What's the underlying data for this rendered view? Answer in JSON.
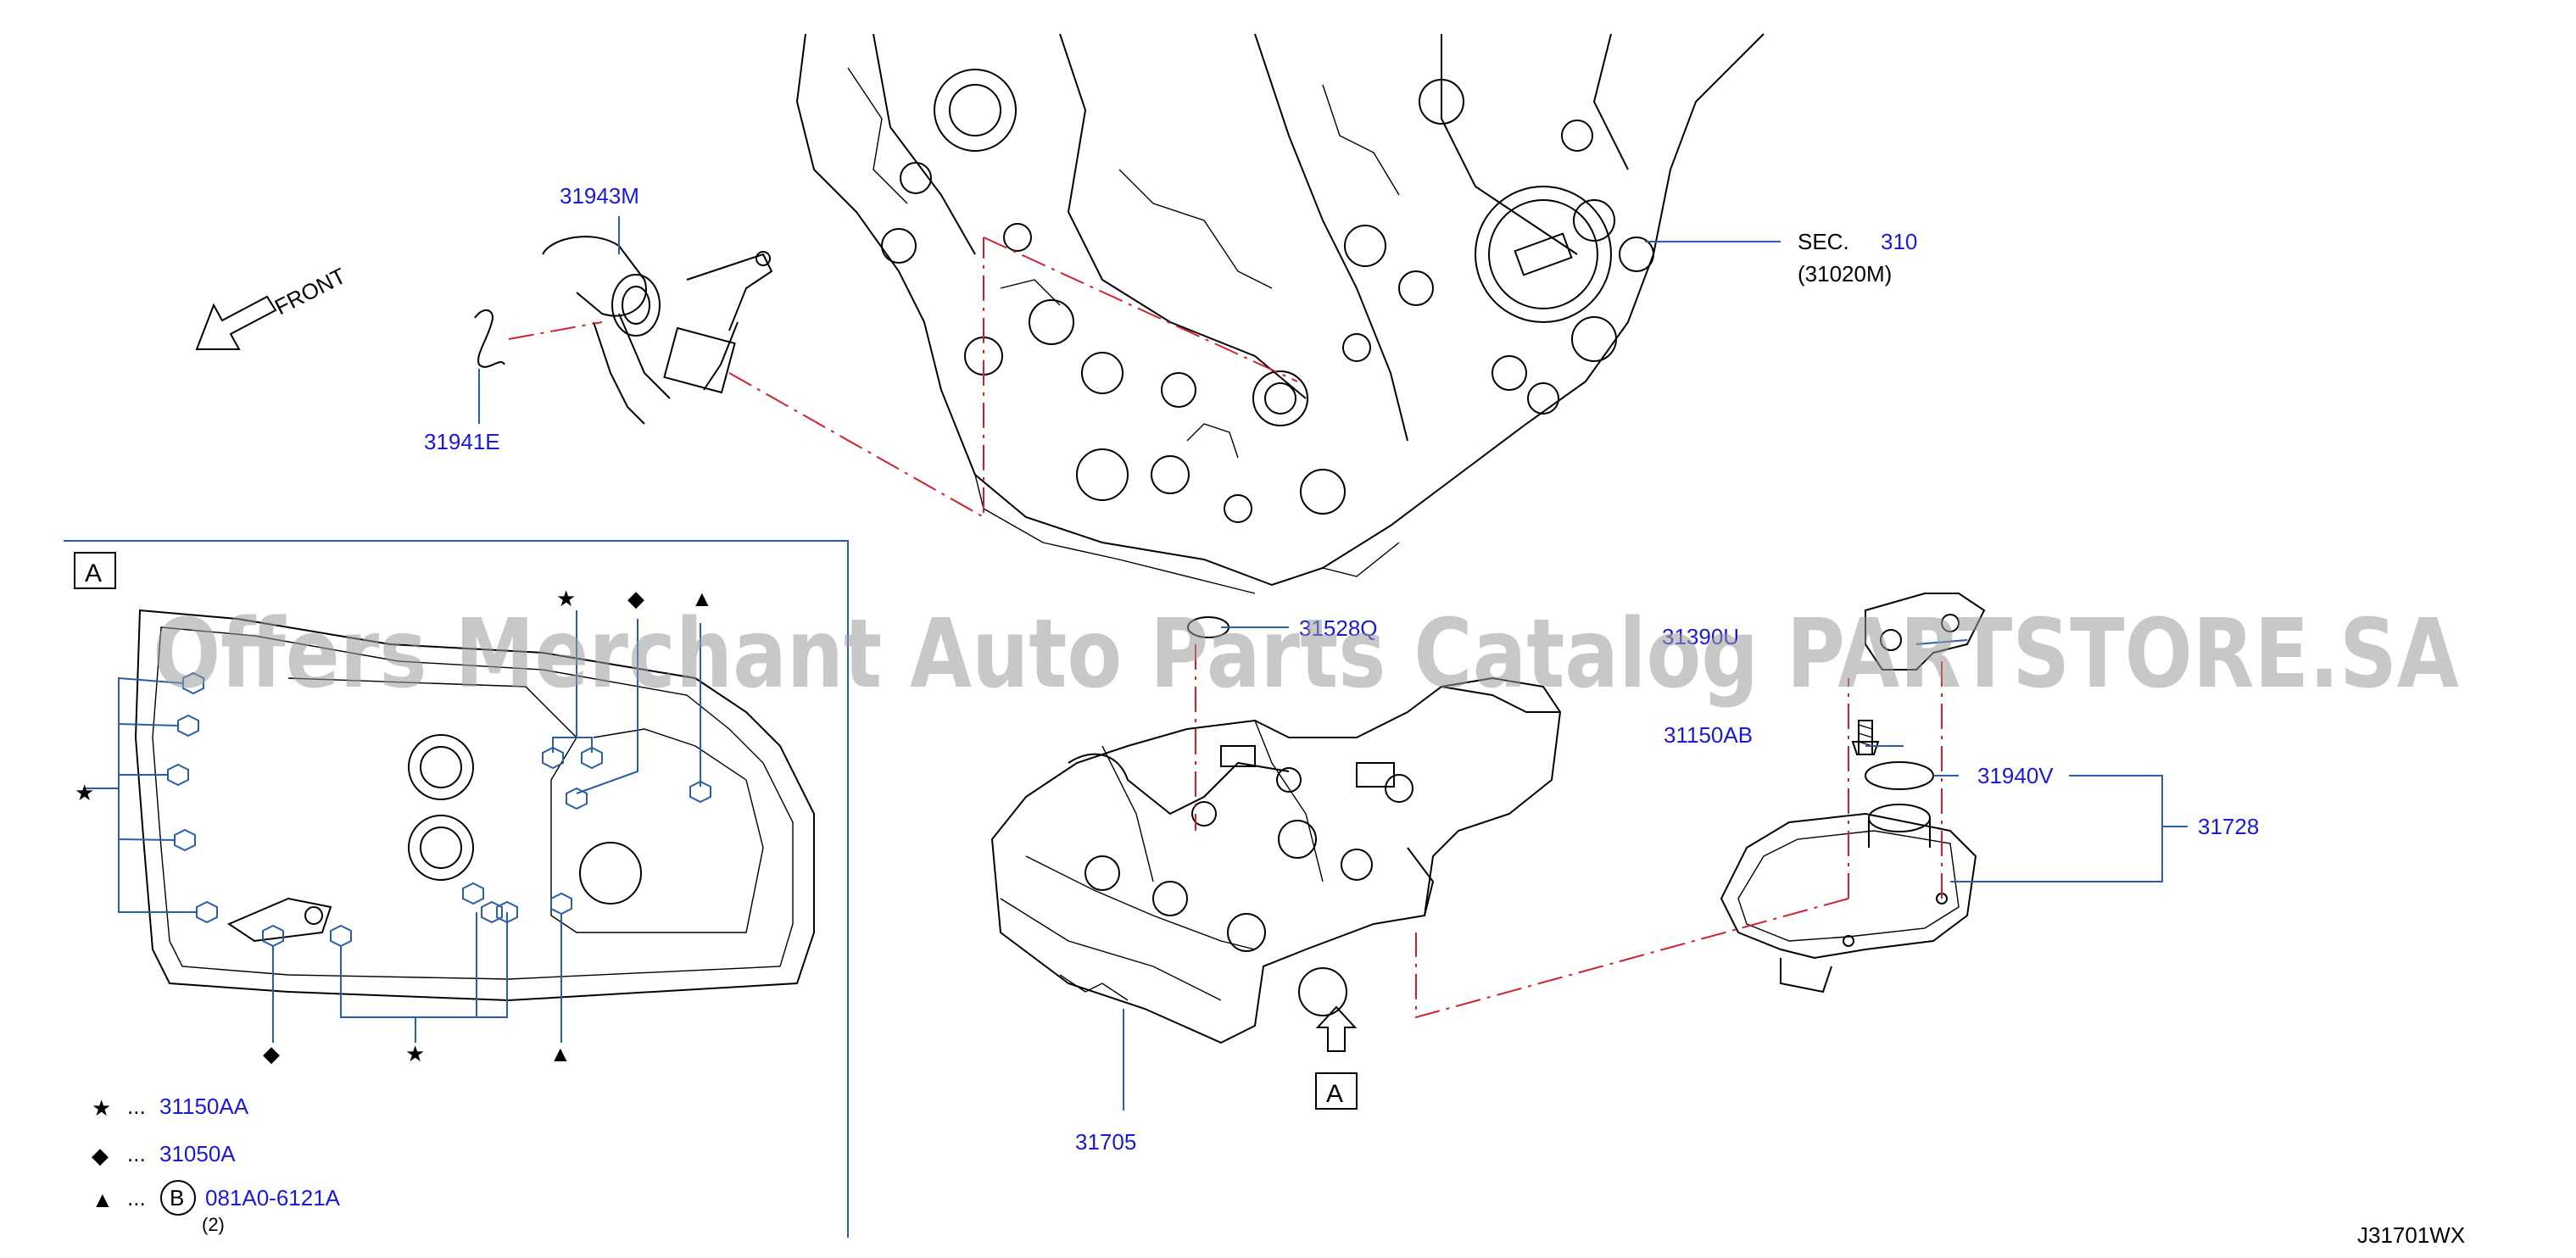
{
  "labels": {
    "front": "FRONT",
    "p31943M": "31943M",
    "p31941E": "31941E",
    "sec_prefix": "SEC.",
    "sec_num": "310",
    "sec_sub": "(31020M)",
    "p31528Q": "31528Q",
    "p31390U": "31390U",
    "p31150AB": "31150AB",
    "p31940V": "31940V",
    "p31728": "31728",
    "p31705": "31705",
    "view_a_arrow": "A",
    "view_a_box": "A",
    "drawing_id": "J31701WX"
  },
  "legend": {
    "star_dots": "...",
    "star_part": "31150AA",
    "diamond_dots": "...",
    "diamond_part": "31050A",
    "triangle_dots": "...",
    "triangle_circle": "B",
    "triangle_part": "081A0-6121A",
    "triangle_qty": "(2)"
  },
  "watermark": "Offers Merchant Auto Parts Catalog PARTSTORE.SA",
  "colors": {
    "part_number": "#1a1ad6",
    "leader": "#2a5fa8",
    "phantom_line": "#d0202c",
    "watermark": "#9a9a9a"
  }
}
